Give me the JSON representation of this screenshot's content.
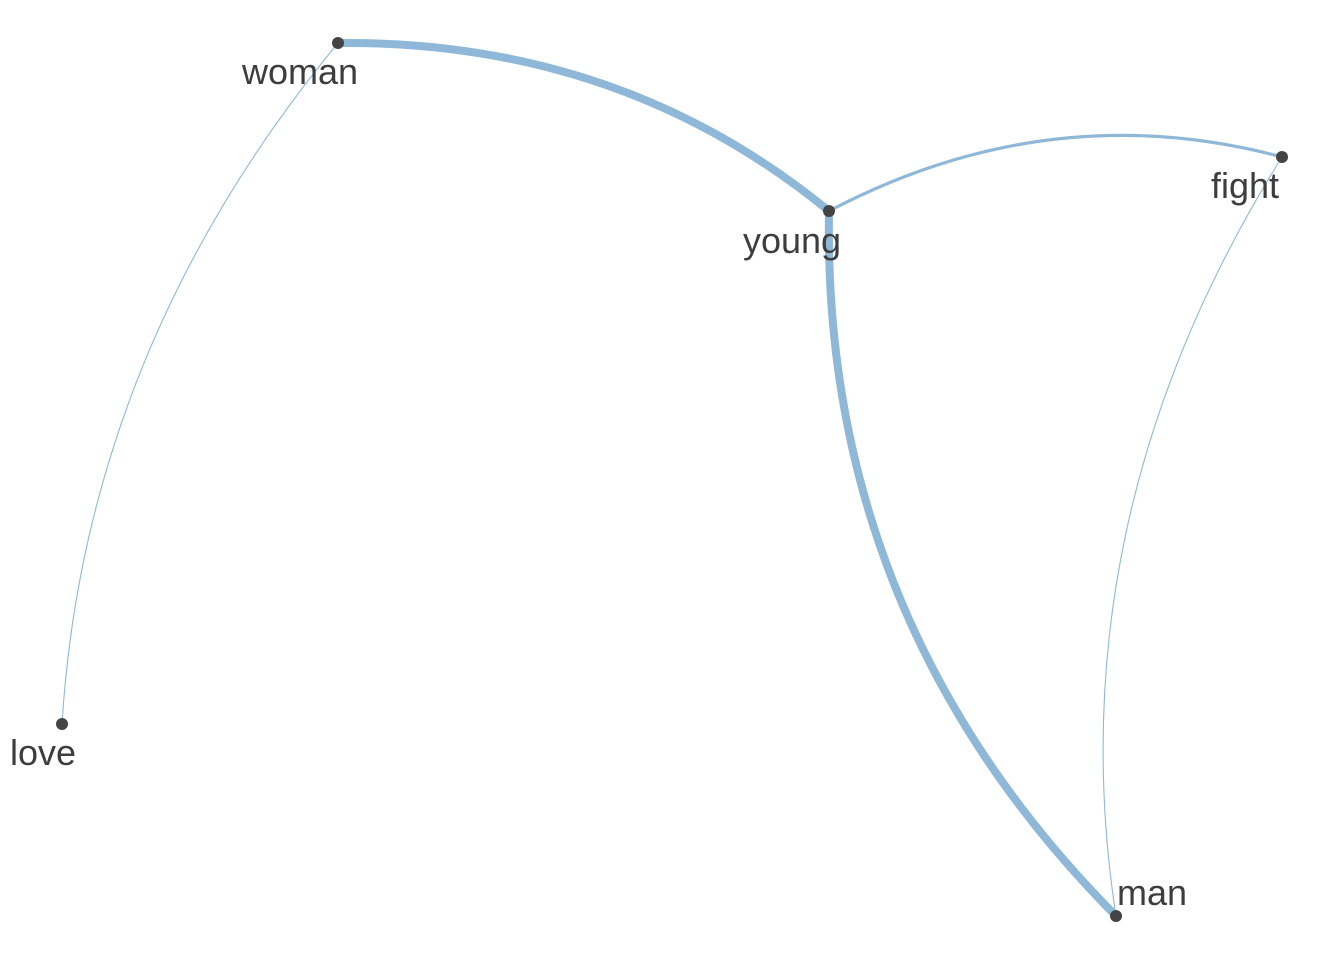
{
  "graph": {
    "type": "network",
    "edge_color": "#8fb8d8",
    "node_color": "#444444",
    "label_color": "#3d3d3d",
    "nodes": [
      {
        "id": "woman",
        "label": "woman"
      },
      {
        "id": "young",
        "label": "young"
      },
      {
        "id": "fight",
        "label": "fight"
      },
      {
        "id": "love",
        "label": "love"
      },
      {
        "id": "man",
        "label": "man"
      }
    ],
    "edges": [
      {
        "source": "woman",
        "target": "young",
        "weight": "strong"
      },
      {
        "source": "young",
        "target": "man",
        "weight": "strong"
      },
      {
        "source": "young",
        "target": "fight",
        "weight": "medium"
      },
      {
        "source": "woman",
        "target": "love",
        "weight": "weak"
      },
      {
        "source": "fight",
        "target": "man",
        "weight": "weak"
      }
    ]
  }
}
